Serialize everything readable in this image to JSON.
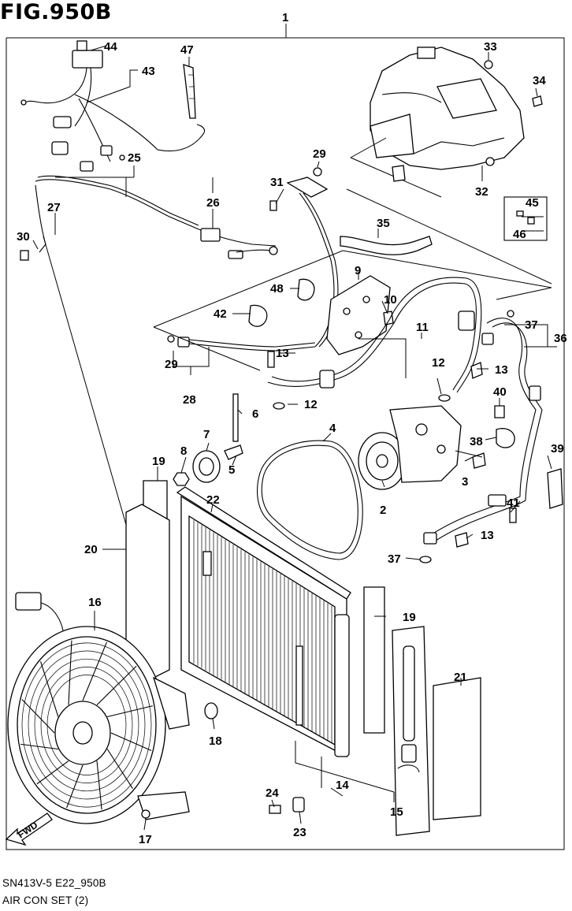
{
  "figure": {
    "title": "FIG.950B",
    "footer_code": "SN413V-5 E22_950B",
    "footer_name": "AIR CON SET (2)",
    "fwd_label": "FWD"
  },
  "callouts": [
    {
      "id": "c1",
      "text": "1"
    },
    {
      "id": "c2",
      "text": "2"
    },
    {
      "id": "c3",
      "text": "3"
    },
    {
      "id": "c4",
      "text": "4"
    },
    {
      "id": "c5",
      "text": "5"
    },
    {
      "id": "c6",
      "text": "6"
    },
    {
      "id": "c7",
      "text": "7"
    },
    {
      "id": "c8",
      "text": "8"
    },
    {
      "id": "c9",
      "text": "9"
    },
    {
      "id": "c10",
      "text": "10"
    },
    {
      "id": "c11",
      "text": "11"
    },
    {
      "id": "c12a",
      "text": "12"
    },
    {
      "id": "c12b",
      "text": "12"
    },
    {
      "id": "c13a",
      "text": "13"
    },
    {
      "id": "c13b",
      "text": "13"
    },
    {
      "id": "c13c",
      "text": "13"
    },
    {
      "id": "c14",
      "text": "14"
    },
    {
      "id": "c15",
      "text": "15"
    },
    {
      "id": "c16",
      "text": "16"
    },
    {
      "id": "c17",
      "text": "17"
    },
    {
      "id": "c18",
      "text": "18"
    },
    {
      "id": "c19a",
      "text": "19"
    },
    {
      "id": "c19b",
      "text": "19"
    },
    {
      "id": "c20",
      "text": "20"
    },
    {
      "id": "c21",
      "text": "21"
    },
    {
      "id": "c22",
      "text": "22"
    },
    {
      "id": "c23",
      "text": "23"
    },
    {
      "id": "c24",
      "text": "24"
    },
    {
      "id": "c25",
      "text": "25"
    },
    {
      "id": "c26",
      "text": "26"
    },
    {
      "id": "c27",
      "text": "27"
    },
    {
      "id": "c28",
      "text": "28"
    },
    {
      "id": "c29a",
      "text": "29"
    },
    {
      "id": "c29b",
      "text": "29"
    },
    {
      "id": "c30",
      "text": "30"
    },
    {
      "id": "c31",
      "text": "31"
    },
    {
      "id": "c32",
      "text": "32"
    },
    {
      "id": "c33",
      "text": "33"
    },
    {
      "id": "c34",
      "text": "34"
    },
    {
      "id": "c35",
      "text": "35"
    },
    {
      "id": "c36",
      "text": "36"
    },
    {
      "id": "c37a",
      "text": "37"
    },
    {
      "id": "c37b",
      "text": "37"
    },
    {
      "id": "c38",
      "text": "38"
    },
    {
      "id": "c39",
      "text": "39"
    },
    {
      "id": "c40",
      "text": "40"
    },
    {
      "id": "c41",
      "text": "41"
    },
    {
      "id": "c42",
      "text": "42"
    },
    {
      "id": "c43",
      "text": "43"
    },
    {
      "id": "c44",
      "text": "44"
    },
    {
      "id": "c45",
      "text": "45"
    },
    {
      "id": "c46",
      "text": "46"
    },
    {
      "id": "c47",
      "text": "47"
    },
    {
      "id": "c48",
      "text": "48"
    }
  ]
}
